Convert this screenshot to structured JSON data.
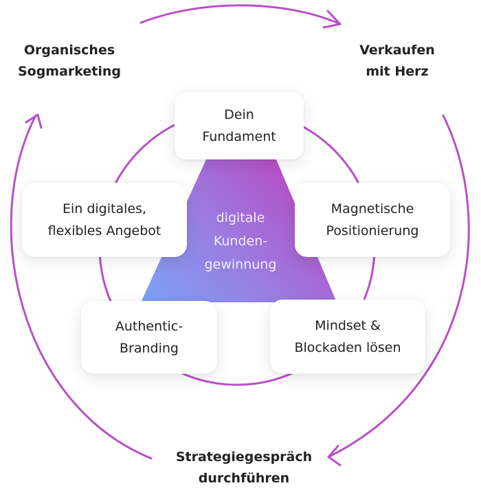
{
  "colors": {
    "accent": "#b84fc8",
    "gradient_start": "#7aa0f2",
    "gradient_mid": "#9b7be0",
    "gradient_end": "#b44fc4",
    "card_bg": "#ffffff",
    "text": "#222222"
  },
  "outer_labels": {
    "top_left": [
      "Organisches",
      "Sogmarketing"
    ],
    "top_right": [
      "Verkaufen",
      "mit Herz"
    ],
    "bottom": [
      "Strategiegespräch",
      "durchführen"
    ]
  },
  "center": {
    "lines": [
      "digitale",
      "Kunden-",
      "gewinnung"
    ]
  },
  "cards": {
    "top": [
      "Dein",
      "Fundament"
    ],
    "left": [
      "Ein digitales,",
      "flexibles Angebot"
    ],
    "right": [
      "Magnetische",
      "Positionierung"
    ],
    "bottom_left": [
      "Authentic-",
      "Branding"
    ],
    "bottom_right": [
      "Mindset &",
      "Blockaden lösen"
    ]
  },
  "arrows": [
    "arrow-top-right",
    "arrow-right-down",
    "arrow-bottom-up-left"
  ]
}
